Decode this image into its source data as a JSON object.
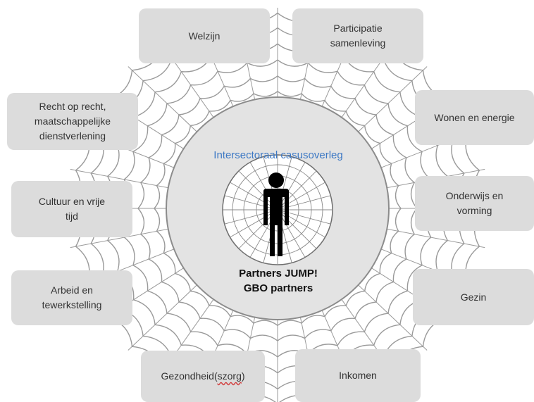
{
  "center": {
    "title": "Intersectoraal casusoverleg",
    "partners": "Partners JUMP!\nGBO partners"
  },
  "domains": [
    {
      "label": "Welzijn"
    },
    {
      "label": "Participatie\nsamenleving"
    },
    {
      "label": "Wonen en energie"
    },
    {
      "label": "Onderwijs en\nvorming"
    },
    {
      "label": "Gezin"
    },
    {
      "label": "Inkomen"
    },
    {
      "label": "Gezondheid(",
      "label_underlined": "szorg",
      "label_tail": ")"
    },
    {
      "label": "Arbeid en\ntewerkstelling"
    },
    {
      "label": "Cultuur en vrije\ntijd"
    },
    {
      "label": "Recht op recht,\nmaatschappelijke\ndienstverlening"
    }
  ],
  "colors": {
    "box_fill": "#dcdcdc",
    "web_line": "#9a9a9a",
    "title_blue": "#3c78c4",
    "person": "#000000"
  },
  "icons": [
    "person-icon",
    "spider-web-icon"
  ]
}
